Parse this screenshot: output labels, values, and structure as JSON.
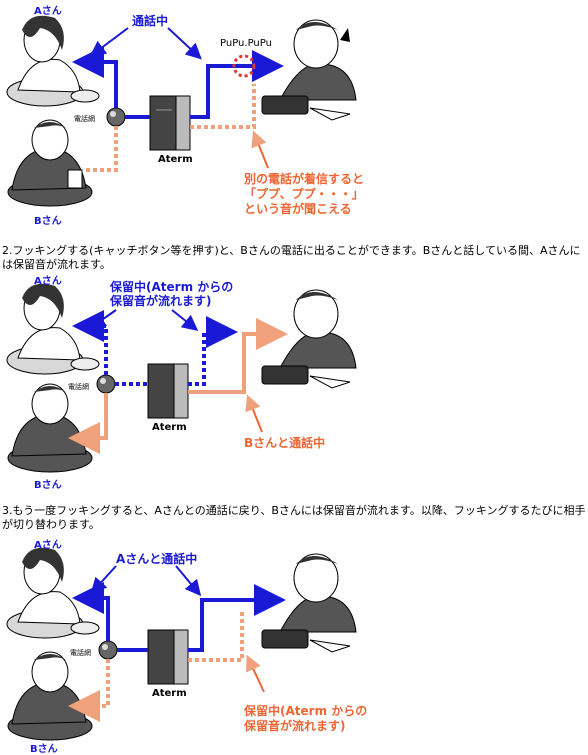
{
  "panel1": {
    "person_a": "Aさん",
    "person_b": "Bさん",
    "network": "電話網",
    "device": "Aterm",
    "status": "通話中",
    "sound": "PuPu.PuPu",
    "note_line1": "別の電話が着信すると",
    "note_line2": "「ププ、ププ・・・」",
    "note_line3": "という音が聞こえる"
  },
  "caption2": "2.フッキングする(キャッチボタン等を押す)と、Bさんの電話に出ることができます。Bさんと話している間、Aさんには保留音が流れます。",
  "panel2": {
    "person_a": "Aさん",
    "person_b": "Bさん",
    "network": "電話網",
    "device": "Aterm",
    "hold_line1": "保留中(Aterm からの",
    "hold_line2": "保留音が流れます)",
    "status_b": "Bさんと通話中"
  },
  "caption3": "3.もう一度フッキングすると、Aさんとの通話に戻り、Bさんには保留音が流れます。以降、フッキングするたびに相手が切り替わります。",
  "panel3": {
    "person_a": "Aさん",
    "person_b": "Bさん",
    "network": "電話網",
    "device": "Aterm",
    "status_a": "Aさんと通話中",
    "hold_line1": "保留中(Aterm からの",
    "hold_line2": "保留音が流れます)"
  },
  "colors": {
    "blue": "#1a1ad6",
    "orange": "#f0a07a",
    "orange_text": "#ee6633"
  }
}
